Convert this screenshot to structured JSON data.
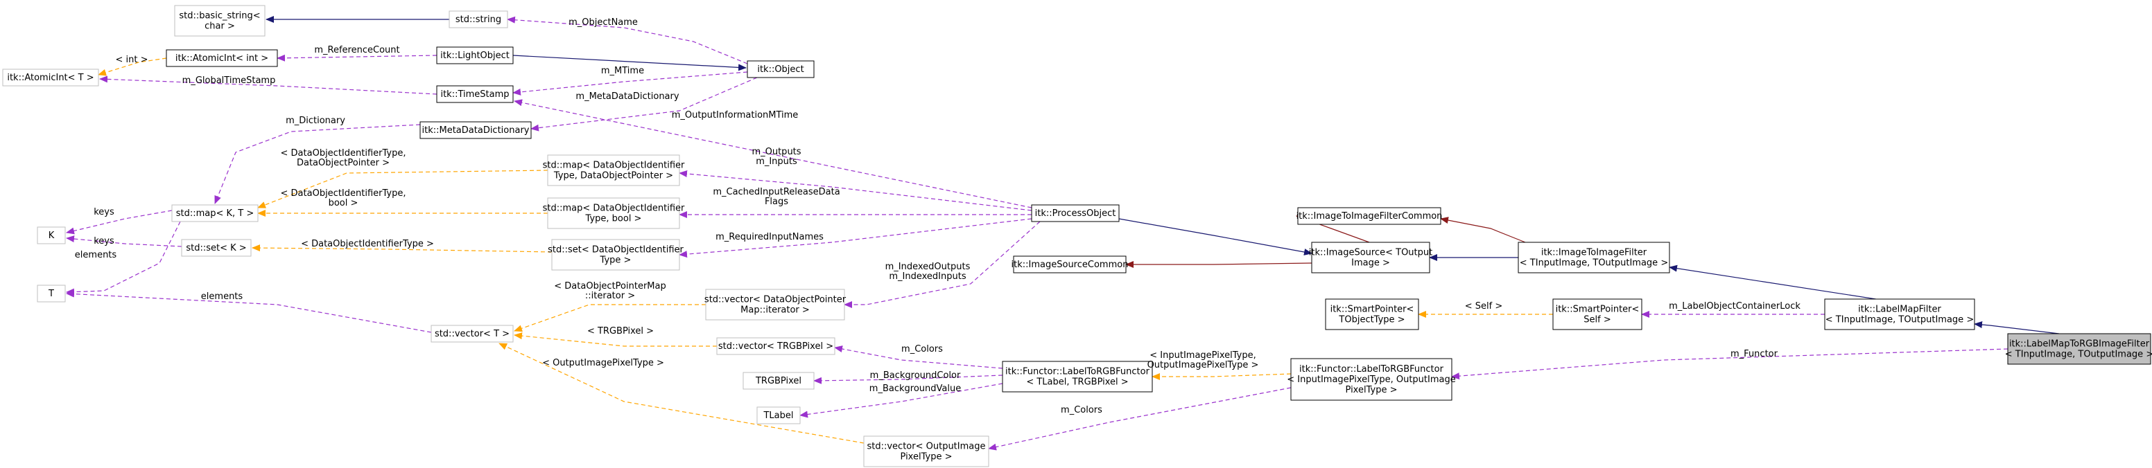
{
  "colors": {
    "inherit": "#191970",
    "usage": "#9a32cd",
    "template": "#ffa500",
    "private": "#8b1a1a",
    "node_border_plain": "#bfbfbf",
    "node_border_doc": "#000000",
    "highlight_fill": "#bfbfbf"
  },
  "nodes": {
    "n_basic_string": [
      "std::basic_string<",
      "char >"
    ],
    "n_string": [
      "std::string"
    ],
    "n_atomicint_int": [
      "itk::AtomicInt< int >"
    ],
    "n_atomicint_T": [
      "itk::AtomicInt< T >"
    ],
    "n_lightobject": [
      "itk::LightObject"
    ],
    "n_timestamp": [
      "itk::TimeStamp"
    ],
    "n_object": [
      "itk::Object"
    ],
    "n_metadatadictionary": [
      "itk::MetaDataDictionary"
    ],
    "n_map_KT": [
      "std::map< K, T >"
    ],
    "n_map_dataobjptr": [
      "std::map< DataObjectIdentifier",
      "Type, DataObjectPointer >"
    ],
    "n_map_bool": [
      "std::map< DataObjectIdentifier",
      "Type, bool >"
    ],
    "n_set_K": [
      "std::set< K >"
    ],
    "n_set_doid": [
      "std::set< DataObjectIdentifier",
      "Type >"
    ],
    "n_K": [
      "K"
    ],
    "n_T": [
      "T"
    ],
    "n_processobject": [
      "itk::ProcessObject"
    ],
    "n_imagetoimagefiltercommon": [
      "itk::ImageToImageFilterCommon"
    ],
    "n_imagesourcecommon": [
      "itk::ImageSourceCommon"
    ],
    "n_imagesource": [
      "itk::ImageSource< TOutput",
      "Image >"
    ],
    "n_imagetoimagefilter": [
      "itk::ImageToImageFilter",
      "< TInputImage, TOutputImage >"
    ],
    "n_vector_T": [
      "std::vector< T >"
    ],
    "n_vector_dataobjptrmap": [
      "std::vector< DataObjectPointer",
      "Map::iterator >"
    ],
    "n_vector_trgb": [
      "std::vector< TRGBPixel >"
    ],
    "n_trgbpixel": [
      "TRGBPixel"
    ],
    "n_tlabel": [
      "TLabel"
    ],
    "n_functor_tlabel": [
      "itk::Functor::LabelToRGBFunctor",
      "< TLabel, TRGBPixel >"
    ],
    "n_vector_outpix": [
      "std::vector< OutputImage",
      "PixelType >"
    ],
    "n_smartptr_T": [
      "itk::SmartPointer<",
      "TObjectType >"
    ],
    "n_smartptr_self": [
      "itk::SmartPointer<",
      "Self >"
    ],
    "n_labelmapfilter": [
      "itk::LabelMapFilter",
      "< TInputImage, TOutputImage >"
    ],
    "n_functor_inpix": [
      "itk::Functor::LabelToRGBFunctor",
      "< InputImagePixelType, OutputImage",
      "PixelType >"
    ],
    "n_main": [
      "itk::LabelMapToRGBImageFilter",
      "< TInputImage, TOutputImage >"
    ]
  },
  "edge_labels": {
    "e_m_objectname": [
      "m_ObjectName"
    ],
    "e_m_referencecount": [
      "m_ReferenceCount"
    ],
    "e_int": [
      "< int >"
    ],
    "e_m_mtime": [
      "m_MTime"
    ],
    "e_m_globaltimestamp": [
      "m_GlobalTimeStamp"
    ],
    "e_m_metadatadictionary": [
      "m_MetaDataDictionary"
    ],
    "e_m_dictionary": [
      "m_Dictionary"
    ],
    "e_m_outputinformationmtime": [
      "m_OutputInformationMTime"
    ],
    "e_tpl_doid_dop": [
      "< DataObjectIdentifierType,",
      "DataObjectPointer >"
    ],
    "e_m_outputs_inputs": [
      "m_Outputs",
      "m_Inputs"
    ],
    "e_tpl_doid_bool": [
      "< DataObjectIdentifierType,",
      "bool >"
    ],
    "e_m_cachedinput": [
      "m_CachedInputReleaseData",
      "Flags"
    ],
    "e_keys1": [
      "keys"
    ],
    "e_keys2": [
      "keys"
    ],
    "e_elements1": [
      "elements"
    ],
    "e_tpl_doid": [
      "< DataObjectIdentifierType >"
    ],
    "e_m_requiredinputnames": [
      "m_RequiredInputNames"
    ],
    "e_m_indexed": [
      "m_IndexedOutputs",
      "m_IndexedInputs"
    ],
    "e_elements2": [
      "elements"
    ],
    "e_tpl_dopmap": [
      "< DataObjectPointerMap",
      "::iterator >"
    ],
    "e_tpl_trgb": [
      "< TRGBPixel >"
    ],
    "e_m_colors1": [
      "m_Colors"
    ],
    "e_m_backgroundcolor": [
      "m_BackgroundColor"
    ],
    "e_m_backgroundvalue": [
      "m_BackgroundValue"
    ],
    "e_tpl_outpix": [
      "< OutputImagePixelType >"
    ],
    "e_m_colors2": [
      "m_Colors"
    ],
    "e_tpl_inpix": [
      "< InputImagePixelType,",
      "OutputImagePixelType >"
    ],
    "e_tpl_self": [
      "< Self >"
    ],
    "e_m_labelobjectcontainerlock": [
      "m_LabelObjectContainerLock"
    ],
    "e_m_functor": [
      "m_Functor"
    ]
  }
}
